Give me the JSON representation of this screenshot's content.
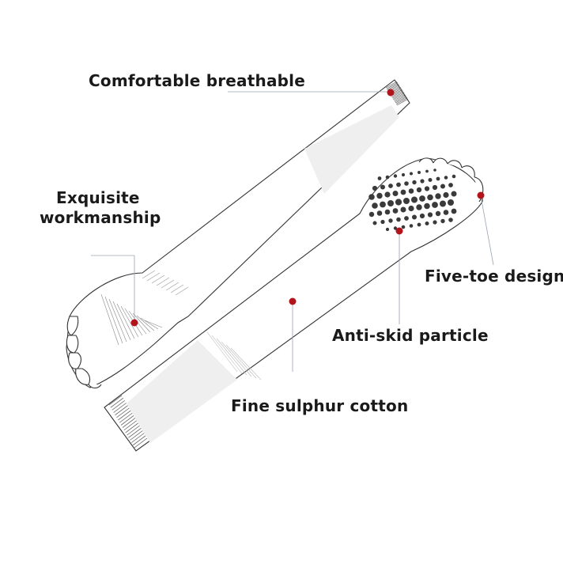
{
  "callouts": {
    "breathable": "Comfortable breathable",
    "workmanship_line1": "Exquisite",
    "workmanship_line2": "workmanship",
    "five_toe": "Five-toe design",
    "anti_skid": "Anti-skid particle",
    "cotton": "Fine sulphur cotton"
  },
  "colors": {
    "marker": "#b3141c",
    "outline": "#333333",
    "leader": "#9aa4b1",
    "particle": "#3a3a3a"
  }
}
